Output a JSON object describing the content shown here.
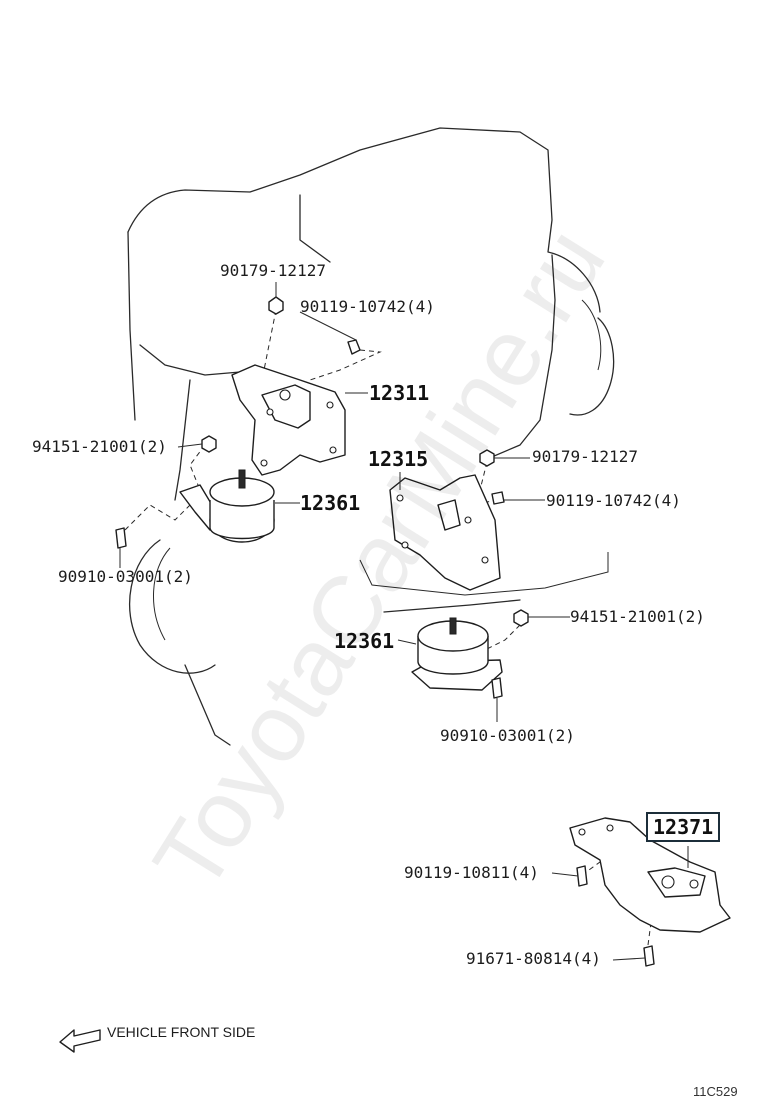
{
  "parts": {
    "p1": "90179-12127",
    "p2": "90119-10742(4)",
    "p3": "12311",
    "p4": "94151-21001(2)",
    "p5": "12361",
    "p6": "90910-03001(2)",
    "p7": "12315",
    "p8": "90179-12127",
    "p9": "90119-10742(4)",
    "p10": "94151-21001(2)",
    "p11": "12361",
    "p12": "90910-03001(2)",
    "p13": "12371",
    "p14": "90119-10811(4)",
    "p15": "91671-80814(4)"
  },
  "direction_label": "VEHICLE FRONT SIDE",
  "diagram_code": "11C529",
  "watermark": "ToyotaCarMine.ru",
  "colors": {
    "line": "#2a2a2a",
    "highlight_box": "#1c2e3a",
    "watermark": "#000000"
  }
}
